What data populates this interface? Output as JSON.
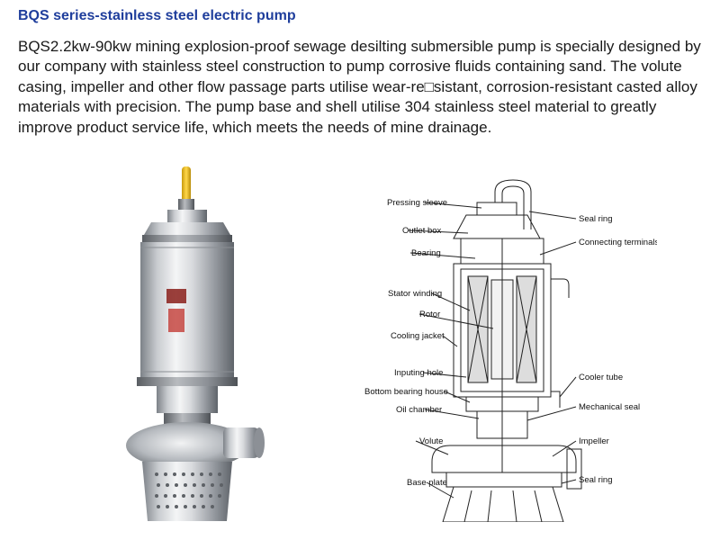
{
  "title": "BQS series-stainless steel electric pump",
  "description": "BQS2.2kw-90kw mining explosion-proof sewage desilting submersible pump is specially designed by our company with stainless steel construction to pump corrosive fluids containing sand. The volute casing, impeller and other flow passage parts utilise wear-re□sistant, corrosion-resistant casted alloy materials with precision. The pump base and shell utilise 304 stainless steel material to greatly improve product service life, which meets the needs of mine drainage.",
  "diagram": {
    "left_labels": [
      "Pressing sleeve",
      "Outlet box",
      "Bearing",
      "Stator winding",
      "Rotor",
      "Cooling jacket",
      "Inputing hole",
      "Bottom bearing house",
      "Oil chamber",
      "Volute",
      "Base plate"
    ],
    "right_labels": [
      "Seal ring",
      "Connecting terminals",
      "Cooler tube",
      "Mechanical seal",
      "Impeller",
      "Seal ring"
    ]
  },
  "colors": {
    "title": "#1f3e9c",
    "text": "#1a1a1a",
    "steel_light": "#e8eaec",
    "steel_dark": "#6f747a",
    "cable_yellow": "#f2c21a",
    "nameplate_red": "#c0302a"
  }
}
